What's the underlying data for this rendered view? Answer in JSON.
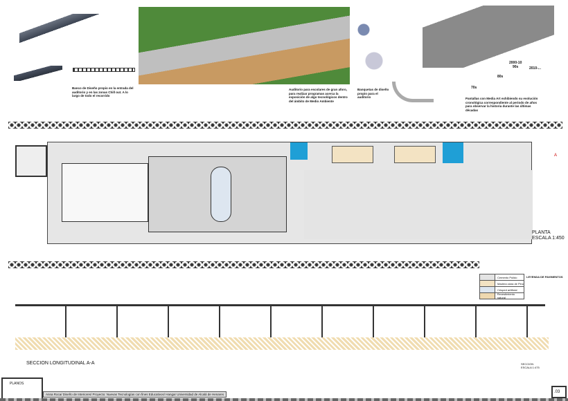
{
  "captions": {
    "bench": "Banco de Diseño propio en la entrada del auditorio y en las zonas Chill out. A lo largo de todo el recorrido",
    "auditorium": "Auditorio para escolares de gran aforo, para realizar programas acerca la exposición de algo tecnológicos dentro del ámbito de Medio Ambiente",
    "stools": "Banquetas de diseño propio para el auditorio",
    "screens": "Pantallas con Media Art exhibiendo su evolución cronológica correspondiente al periodo de años para observar la historia durante las últimas décadas"
  },
  "decades": [
    "70s",
    "80s",
    "90s",
    "2000-10",
    "2010-..."
  ],
  "plan": {
    "title": "PLANTA",
    "scale": "ESCALA 1:450",
    "section_marker": "A"
  },
  "legend": {
    "title": "LEYENDA DE PAVIMENTOS",
    "items": [
      {
        "label": "Cemento Pulido",
        "color": "#e4e4e4"
      },
      {
        "label": "Madera clara de Pino",
        "color": "#f3e3c3"
      },
      {
        "label": "Césped artificial",
        "color": "#dde6f0"
      },
      {
        "label": "Revestimiento natural",
        "color": "#eed8b0"
      }
    ]
  },
  "section": {
    "title": "SECCION LONGITUDINAL A-A",
    "label": "SECCION",
    "scale": "ESCALA 1:475"
  },
  "footer": {
    "sheet_type": "PLANOS",
    "credits": "Anna Roca/ Diseño de Interiores/ Proyecto: Nuevas Tecnologías con fines Educativos/ Hangar Universidad de Alcalá de Henares",
    "sheet_number": ".03"
  },
  "colors": {
    "accent": "#1f9fd6",
    "floor": "#f3e3c3",
    "grass": "#4f8a3a"
  }
}
